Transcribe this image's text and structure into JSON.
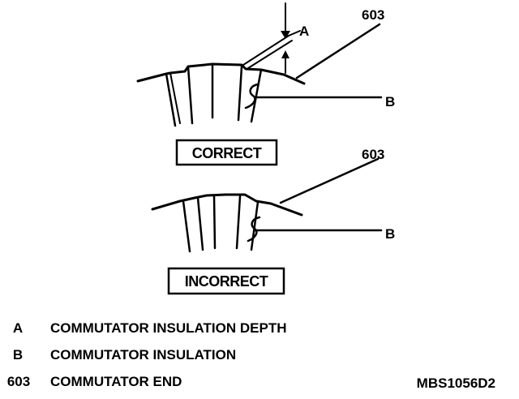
{
  "diagram": {
    "top_callouts": {
      "ref_603": "603",
      "ref_a": "A",
      "ref_b": "B"
    },
    "correct_label": "CORRECT",
    "bottom_callouts": {
      "ref_603": "603",
      "ref_b": "B"
    },
    "incorrect_label": "INCORRECT"
  },
  "legend": [
    {
      "key": "A",
      "text": "COMMUTATOR INSULATION DEPTH"
    },
    {
      "key": "B",
      "text": "COMMUTATOR INSULATION"
    },
    {
      "key": "603",
      "text": "COMMUTATOR END"
    }
  ],
  "figure_code": "MBS1056D2",
  "colors": {
    "ink": "#000000",
    "background": "#ffffff"
  }
}
